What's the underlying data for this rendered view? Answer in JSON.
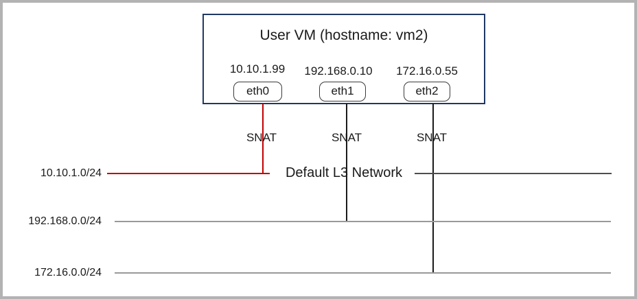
{
  "vm": {
    "title": "User VM (hostname: vm2)",
    "interfaces": [
      {
        "name": "eth0",
        "ip": "10.10.1.99",
        "snat_label": "SNAT"
      },
      {
        "name": "eth1",
        "ip": "192.168.0.10",
        "snat_label": "SNAT"
      },
      {
        "name": "eth2",
        "ip": "172.16.0.55",
        "snat_label": "SNAT"
      }
    ]
  },
  "networks": [
    {
      "cidr": "10.10.1.0/24",
      "label": "Default L3 Network",
      "line_color": "#c00000"
    },
    {
      "cidr": "192.168.0.0/24",
      "line_color": "#999999"
    },
    {
      "cidr": "172.16.0.0/24",
      "line_color": "#999999"
    }
  ],
  "colors": {
    "vm_border": "#1f3864",
    "snat_line_red": "#c00000",
    "connector_black": "#1a1a1a",
    "network_line_gray": "#999999",
    "frame_border": "#b3b3b3",
    "text": "#1a1a1a"
  }
}
